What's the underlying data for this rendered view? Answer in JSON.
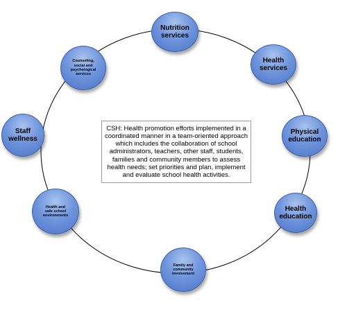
{
  "center": {
    "text": "CSH: Health promotion efforts implemented in a coordinated manner in a team-oriented approach which includes the collaboration of school administrators, teachers, other staff, students, families and community members to assess health needs; set priorities and plan, implement and evaluate school health activities."
  },
  "nodes": [
    {
      "id": "nutrition",
      "label": "Nutrition\nservices"
    },
    {
      "id": "health-services",
      "label": "Health\nservices"
    },
    {
      "id": "physical-education",
      "label": "Physical\neducation"
    },
    {
      "id": "health-education",
      "label": "Health\neducation"
    },
    {
      "id": "family",
      "label": "Family and\ncommunity\ninvolvement"
    },
    {
      "id": "safe-environments",
      "label": "Health and\nsafe school\nenvironments"
    },
    {
      "id": "staff-wellness",
      "label": "Staff\nwellness"
    },
    {
      "id": "counseling",
      "label": "Counseling,\nsocial and\npsychological\nservices"
    }
  ],
  "colors": {
    "node_fill": "#6b8fd8",
    "node_border": "#3b5fa6",
    "ring": "#000000"
  }
}
